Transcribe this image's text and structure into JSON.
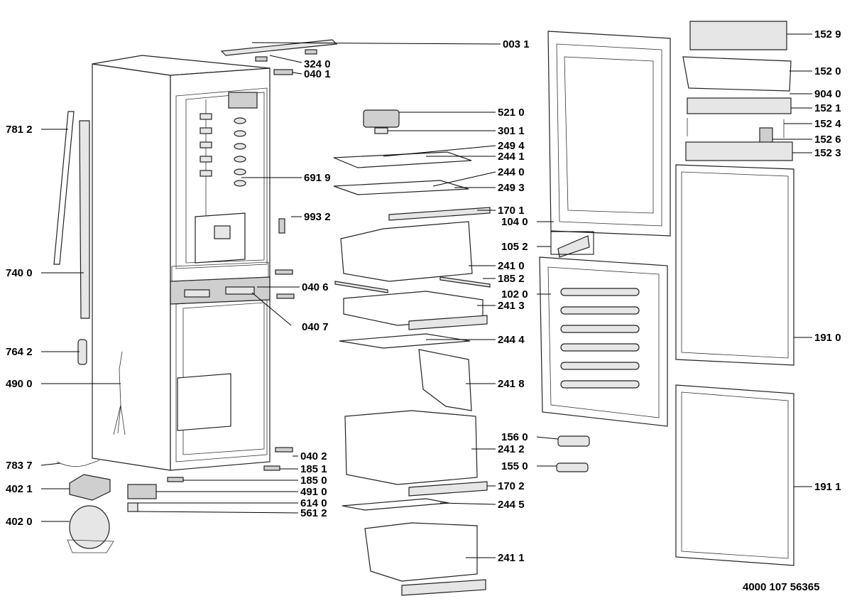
{
  "diagram": {
    "type": "exploded-parts-view",
    "document_code": "4000 107 56365",
    "callouts": [
      {
        "id": "003",
        "code": "003 1"
      },
      {
        "id": "324",
        "code": "324 0"
      },
      {
        "id": "040a",
        "code": "040 1"
      },
      {
        "id": "781",
        "code": "781 2"
      },
      {
        "id": "691",
        "code": "691 9"
      },
      {
        "id": "993",
        "code": "993 2"
      },
      {
        "id": "740",
        "code": "740 0"
      },
      {
        "id": "040b",
        "code": "040 6"
      },
      {
        "id": "040c",
        "code": "040 7"
      },
      {
        "id": "764",
        "code": "764 2"
      },
      {
        "id": "490",
        "code": "490 0"
      },
      {
        "id": "040d",
        "code": "040 2"
      },
      {
        "id": "783",
        "code": "783 7"
      },
      {
        "id": "1851",
        "code": "185 1"
      },
      {
        "id": "1850",
        "code": "185 0"
      },
      {
        "id": "402a",
        "code": "402 1"
      },
      {
        "id": "491",
        "code": "491 0"
      },
      {
        "id": "614",
        "code": "614 0"
      },
      {
        "id": "5612",
        "code": "561 2"
      },
      {
        "id": "402b",
        "code": "402 0"
      },
      {
        "id": "521",
        "code": "521 0"
      },
      {
        "id": "301",
        "code": "301 1"
      },
      {
        "id": "2494",
        "code": "249 4"
      },
      {
        "id": "2441",
        "code": "244 1"
      },
      {
        "id": "2440",
        "code": "244 0"
      },
      {
        "id": "2493",
        "code": "249 3"
      },
      {
        "id": "1701",
        "code": "170 1"
      },
      {
        "id": "1040",
        "code": "104 0"
      },
      {
        "id": "1052",
        "code": "105 2"
      },
      {
        "id": "2410",
        "code": "241 0"
      },
      {
        "id": "1852",
        "code": "185 2"
      },
      {
        "id": "1020",
        "code": "102 0"
      },
      {
        "id": "2413",
        "code": "241 3"
      },
      {
        "id": "2444",
        "code": "244 4"
      },
      {
        "id": "2418",
        "code": "241 8"
      },
      {
        "id": "1560",
        "code": "156 0"
      },
      {
        "id": "2412",
        "code": "241 2"
      },
      {
        "id": "1550",
        "code": "155 0"
      },
      {
        "id": "1702",
        "code": "170 2"
      },
      {
        "id": "2445",
        "code": "244 5"
      },
      {
        "id": "2411",
        "code": "241 1"
      },
      {
        "id": "1529",
        "code": "152 9"
      },
      {
        "id": "1520",
        "code": "152 0"
      },
      {
        "id": "9040",
        "code": "904 0"
      },
      {
        "id": "1521",
        "code": "152 1"
      },
      {
        "id": "1524",
        "code": "152 4"
      },
      {
        "id": "1526",
        "code": "152 6"
      },
      {
        "id": "1523",
        "code": "152 3"
      },
      {
        "id": "1910",
        "code": "191 0"
      },
      {
        "id": "1911",
        "code": "191 1"
      }
    ]
  }
}
